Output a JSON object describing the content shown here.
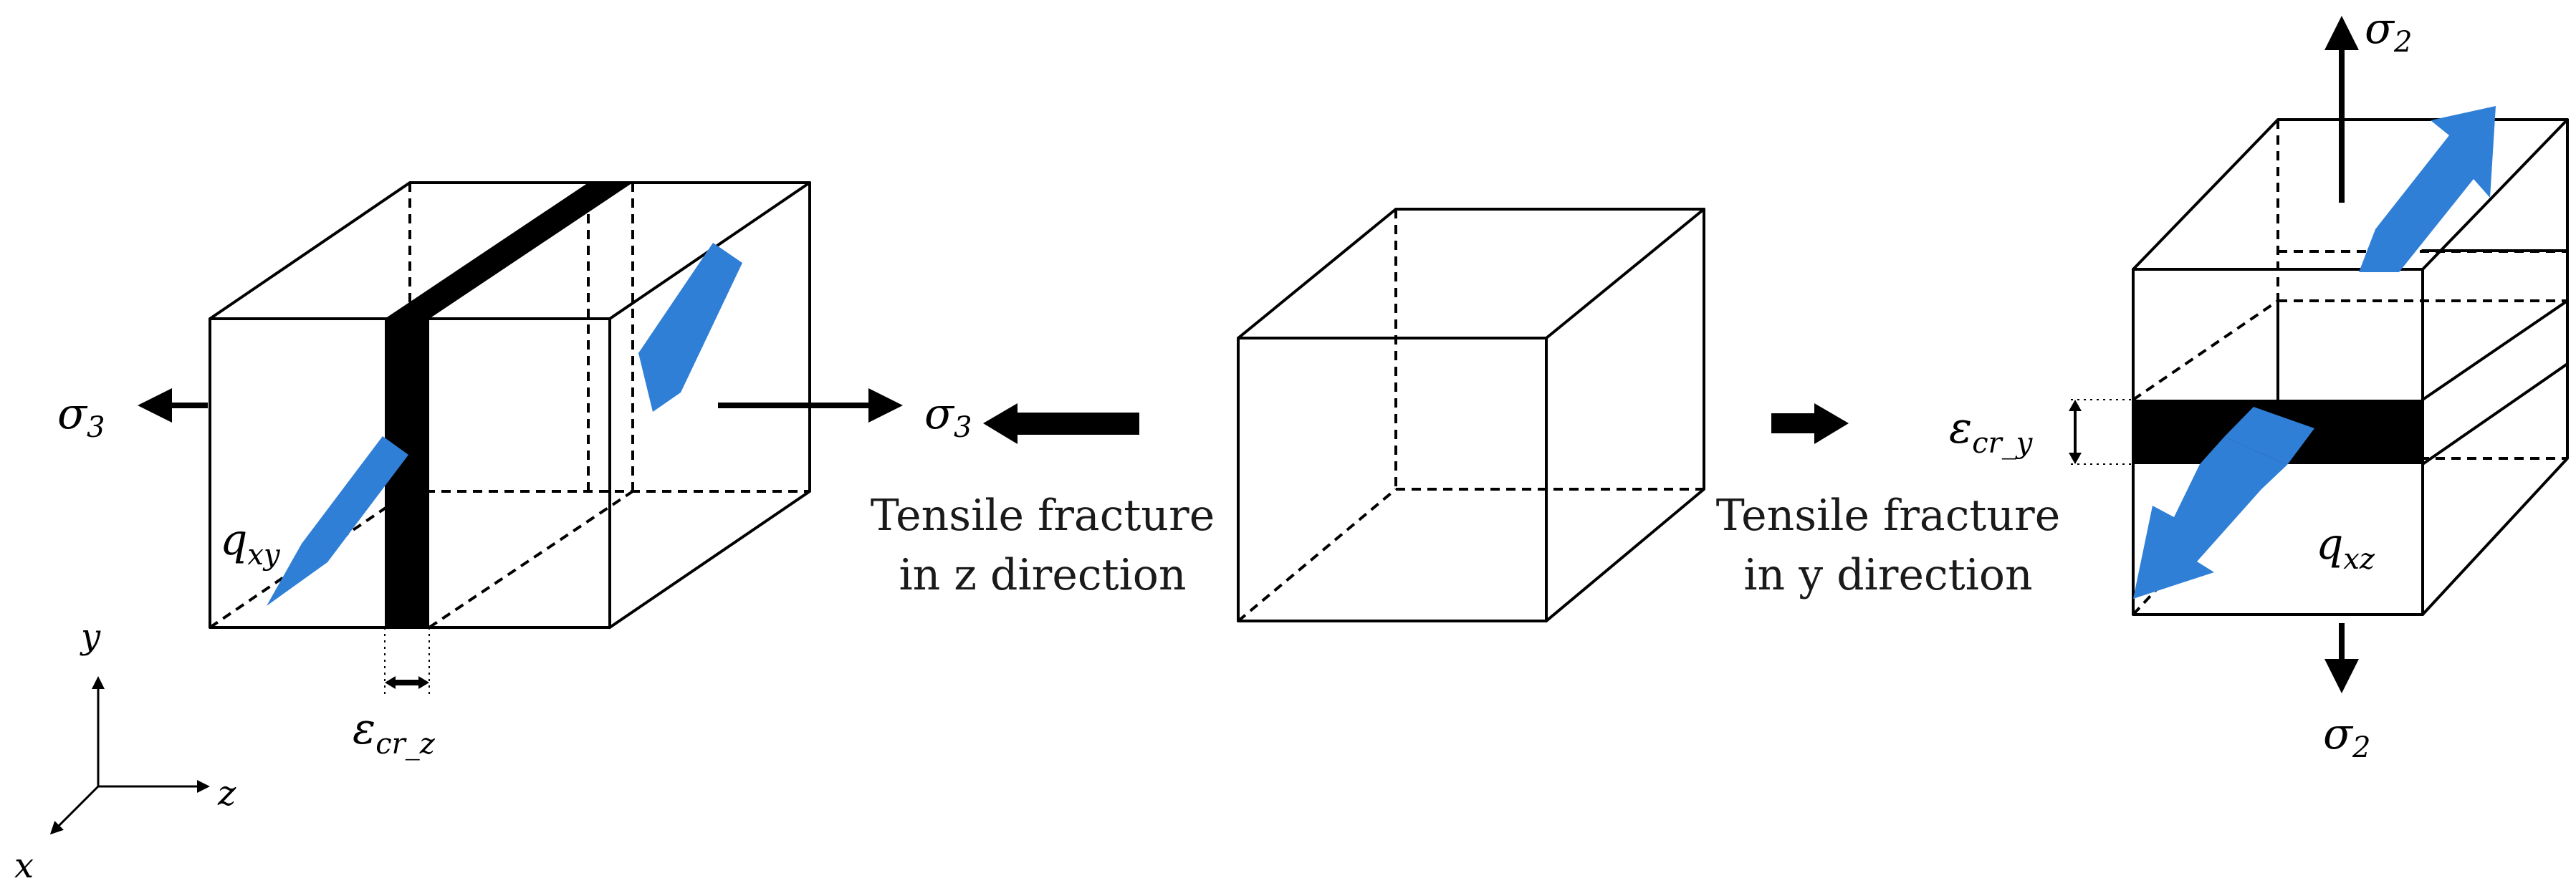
{
  "left_panel": {
    "sigma_left": {
      "base": "σ",
      "sub": "3"
    },
    "sigma_right": {
      "base": "σ",
      "sub": "3"
    },
    "shear": {
      "base": "q",
      "sub": "xy"
    },
    "crack_width": {
      "base": "ε",
      "sub": "cr_z"
    }
  },
  "middle_panel": {
    "left_caption": [
      "Tensile fracture",
      "in z direction"
    ],
    "right_caption": [
      "Tensile fracture",
      "in y direction"
    ]
  },
  "right_panel": {
    "sigma_top": {
      "base": "σ",
      "sub": "2"
    },
    "sigma_bottom": {
      "base": "σ",
      "sub": "2"
    },
    "shear": {
      "base": "q",
      "sub": "xz"
    },
    "crack_width": {
      "base": "ε",
      "sub": "cr_y"
    }
  },
  "axes": {
    "y": "y",
    "z": "z",
    "x": "x"
  },
  "colors": {
    "shear_arrow": "#2f7fd6",
    "crack": "#000000"
  }
}
